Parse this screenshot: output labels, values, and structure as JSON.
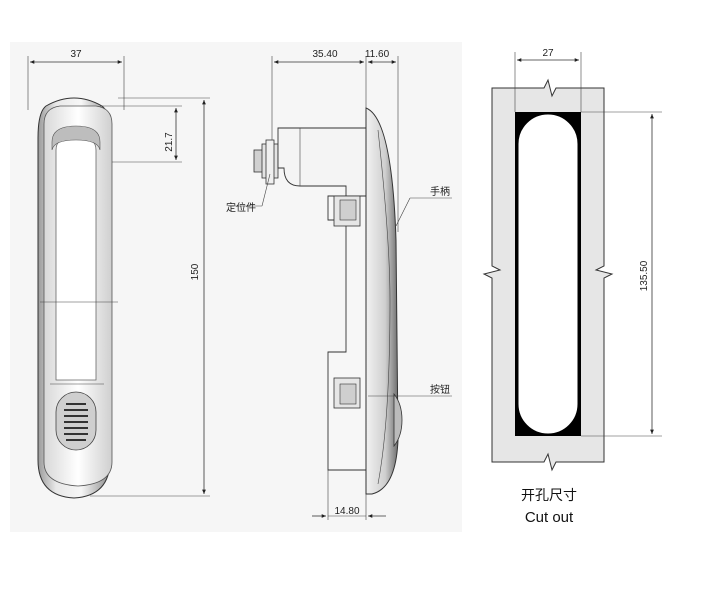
{
  "front_view": {
    "width_dim": "37",
    "top_offset_dim": "21.7",
    "height_dim": "150"
  },
  "side_view": {
    "depth_dim": "35.40",
    "handle_dim": "11.60",
    "bottom_dim": "14.80",
    "label_locator": "定位件",
    "label_handle": "手柄",
    "label_button": "按钮"
  },
  "cutout": {
    "width_dim": "27",
    "height_dim": "135.50",
    "caption_cn": "开孔尺寸",
    "caption_en": "Cut out"
  },
  "colors": {
    "line": "#333333",
    "body_fill": "#e6e6e6",
    "panel_fill": "#e9e9e9",
    "cutout_fill": "#000000"
  }
}
